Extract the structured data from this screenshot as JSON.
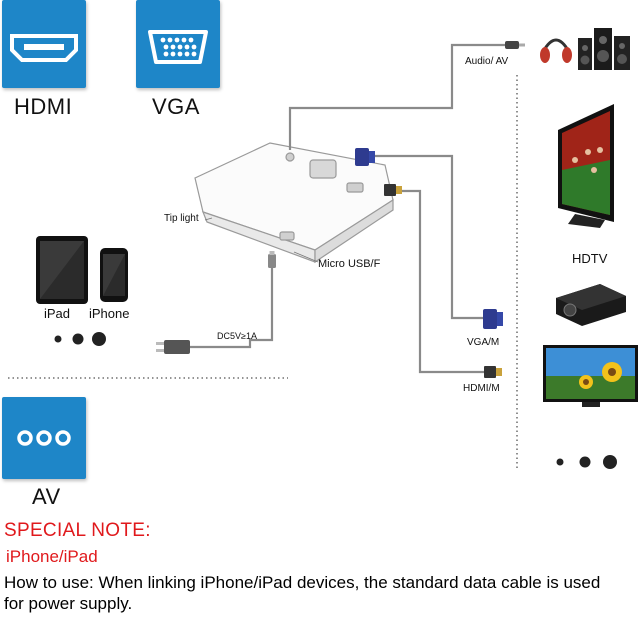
{
  "tiles": {
    "hdmi": {
      "label": "HDMI",
      "icon": "hdmi-port-icon"
    },
    "vga": {
      "label": "VGA",
      "icon": "vga-port-icon"
    },
    "av": {
      "label": "AV",
      "icon": "av-ports-icon"
    }
  },
  "devices": {
    "ipad": "iPad",
    "iphone": "iPhone",
    "hdtv": "HDTV"
  },
  "ports": {
    "tip_light": "Tip light",
    "micro_usb": "Micro USB/F",
    "dc_power": "DC5V≥1A",
    "audio_av": "Audio/ AV",
    "vga_m": "VGA/M",
    "hdmi_m": "HDMI/M"
  },
  "note": {
    "title": "SPECIAL NOTE:",
    "subtitle": "iPhone/iPad",
    "body": "How to use: When linking iPhone/iPad devices, the standard data cable is used for power supply."
  },
  "colors": {
    "tile_blue": "#1e86c8",
    "note_red": "#e0191c"
  }
}
